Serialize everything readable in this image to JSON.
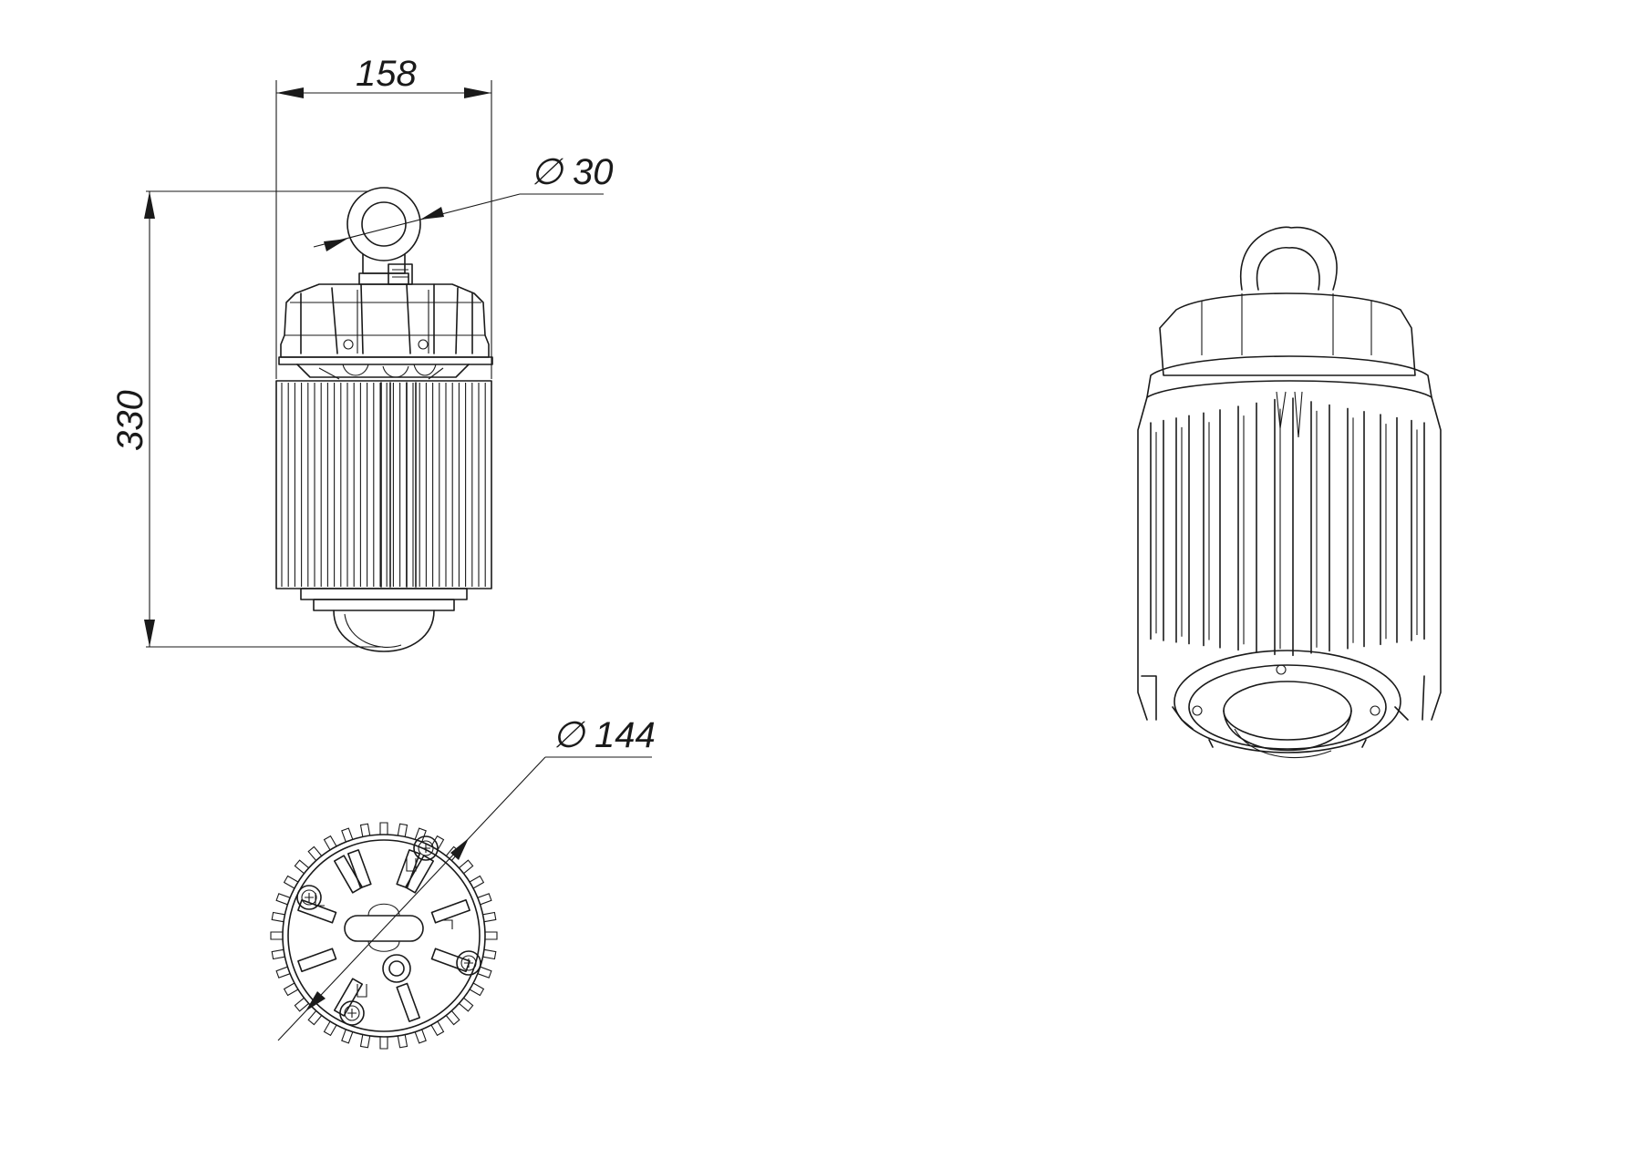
{
  "dimensions": {
    "width": "158",
    "height": "330",
    "eye_bolt_diameter": "∅ 30",
    "base_diameter": "∅ 144"
  },
  "views": {
    "side": "side-view",
    "bottom": "bottom-view",
    "isometric": "isometric-view"
  },
  "colors": {
    "line": "#1a1a1a",
    "background": "#ffffff"
  }
}
